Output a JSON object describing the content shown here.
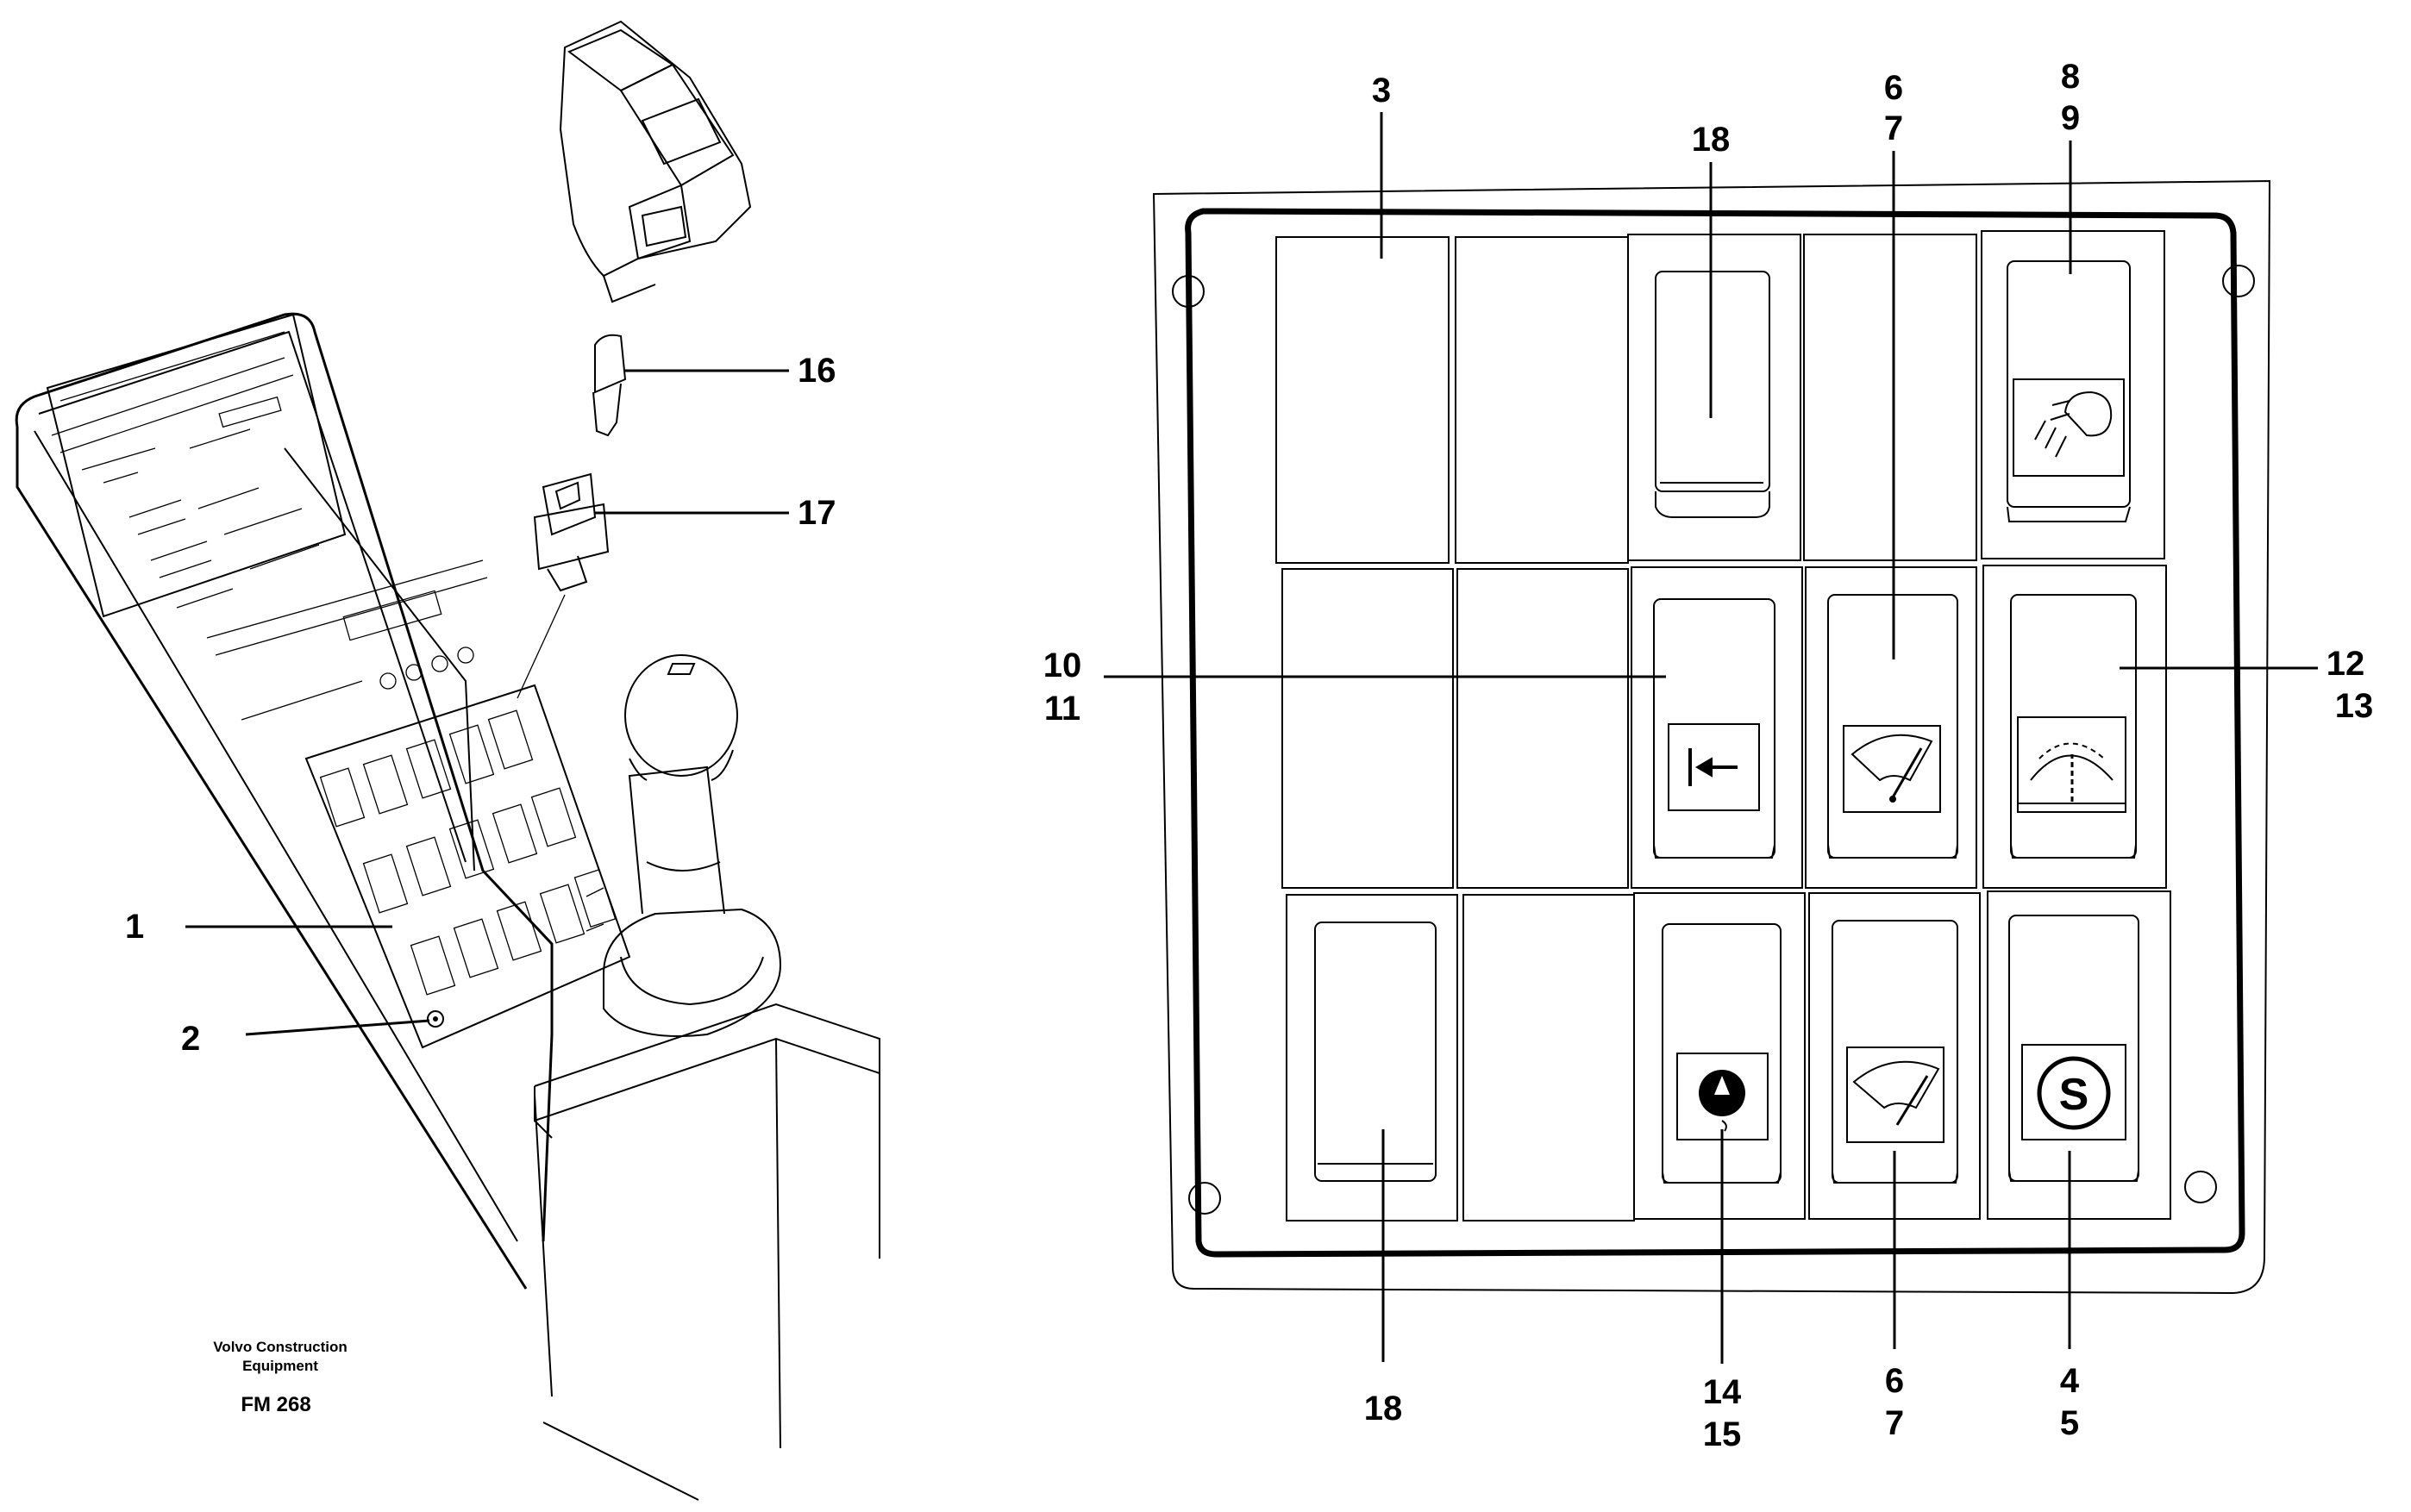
{
  "caption": {
    "company": "Volvo Construction",
    "company2": "Equipment",
    "code": "FM 268"
  },
  "left_callouts": {
    "c1": "1",
    "c2": "2",
    "c16": "16",
    "c17": "17"
  },
  "right_callouts": {
    "top_3": "3",
    "top_18": "18",
    "top_6": "6",
    "top_7": "7",
    "top_8": "8",
    "top_9": "9",
    "mid_10": "10",
    "mid_11": "11",
    "mid_12": "12",
    "mid_13": "13",
    "bot_18": "18",
    "bot_14": "14",
    "bot_15": "15",
    "bot_6": "6",
    "bot_7": "7",
    "bot_4": "4",
    "bot_5": "5"
  },
  "icons": [
    "work-light-icon",
    "arrow-to-stop-icon",
    "wiper-front-icon",
    "wiper-rear-icon",
    "washer-icon",
    "parking-brake-s-icon"
  ]
}
